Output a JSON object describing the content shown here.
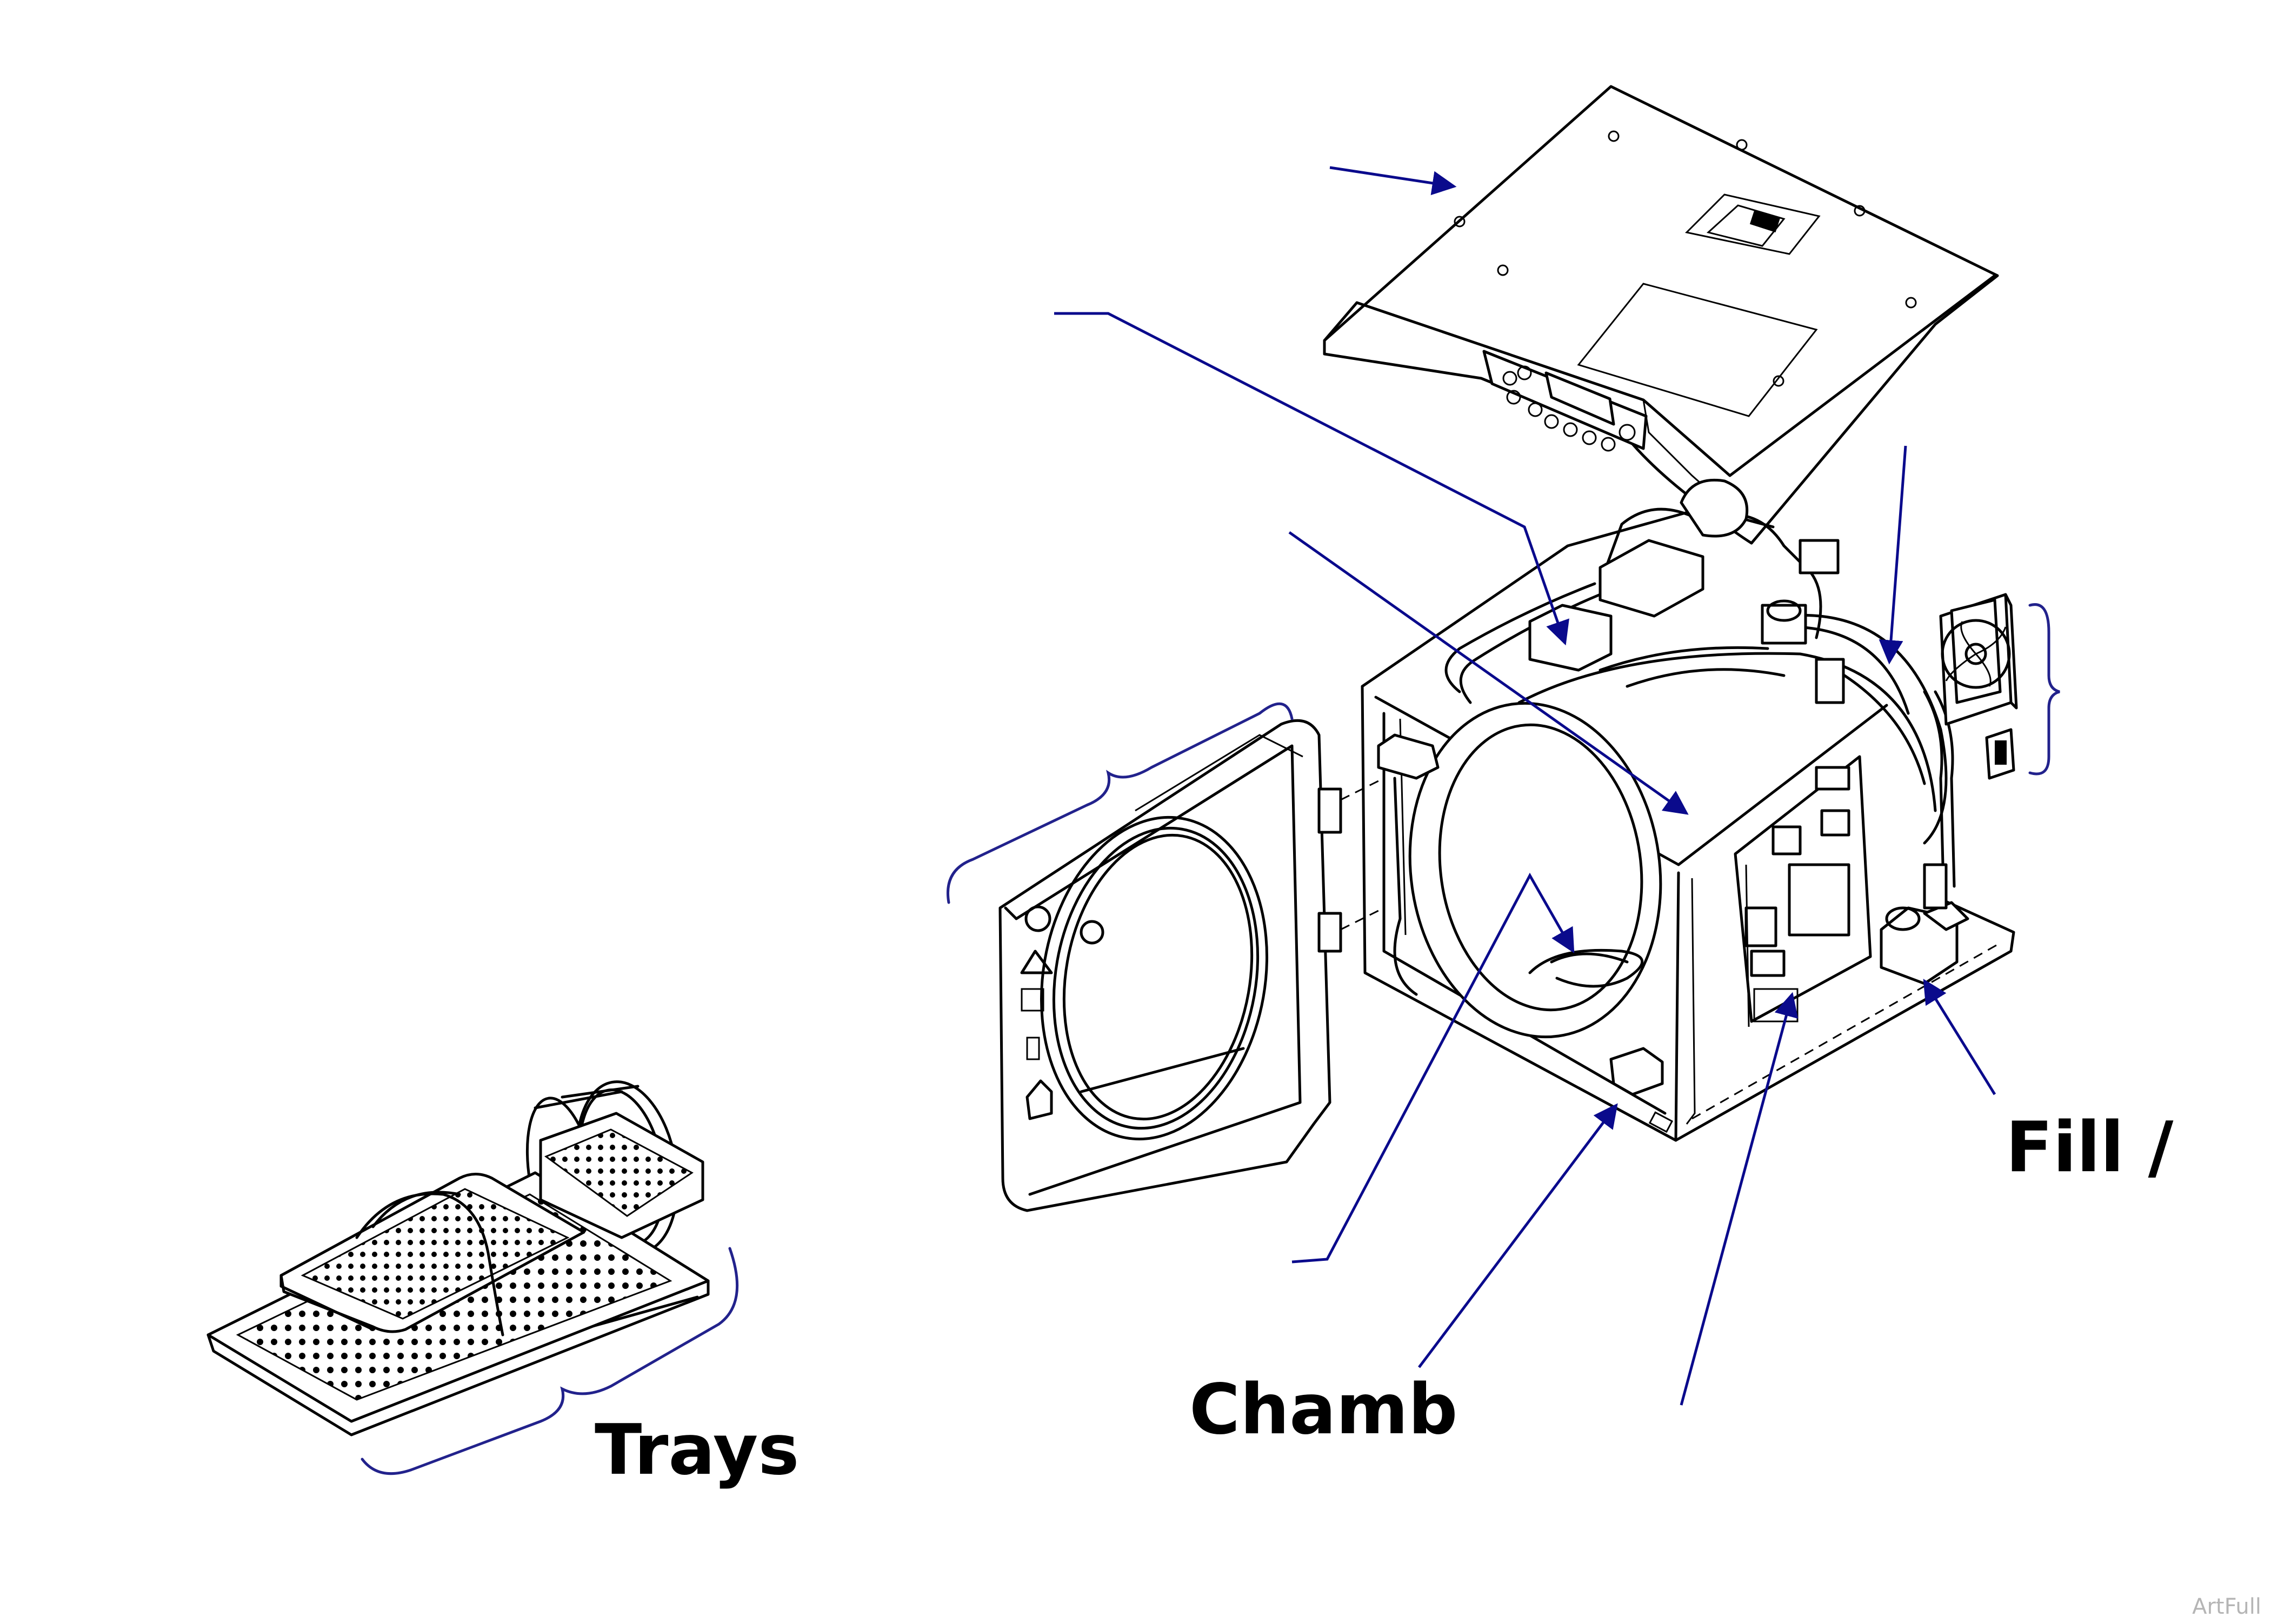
{
  "labels": {
    "trays": "Trays",
    "chamber": "Chamb",
    "fill": "Fill /"
  },
  "watermark": "ArtFull",
  "colors": {
    "leader": "#0a0a8c",
    "bracket": "#22228c",
    "ink": "#000000",
    "background": "#ffffff"
  },
  "icons": [
    "arrowhead",
    "fan-icon",
    "switch-icon"
  ]
}
